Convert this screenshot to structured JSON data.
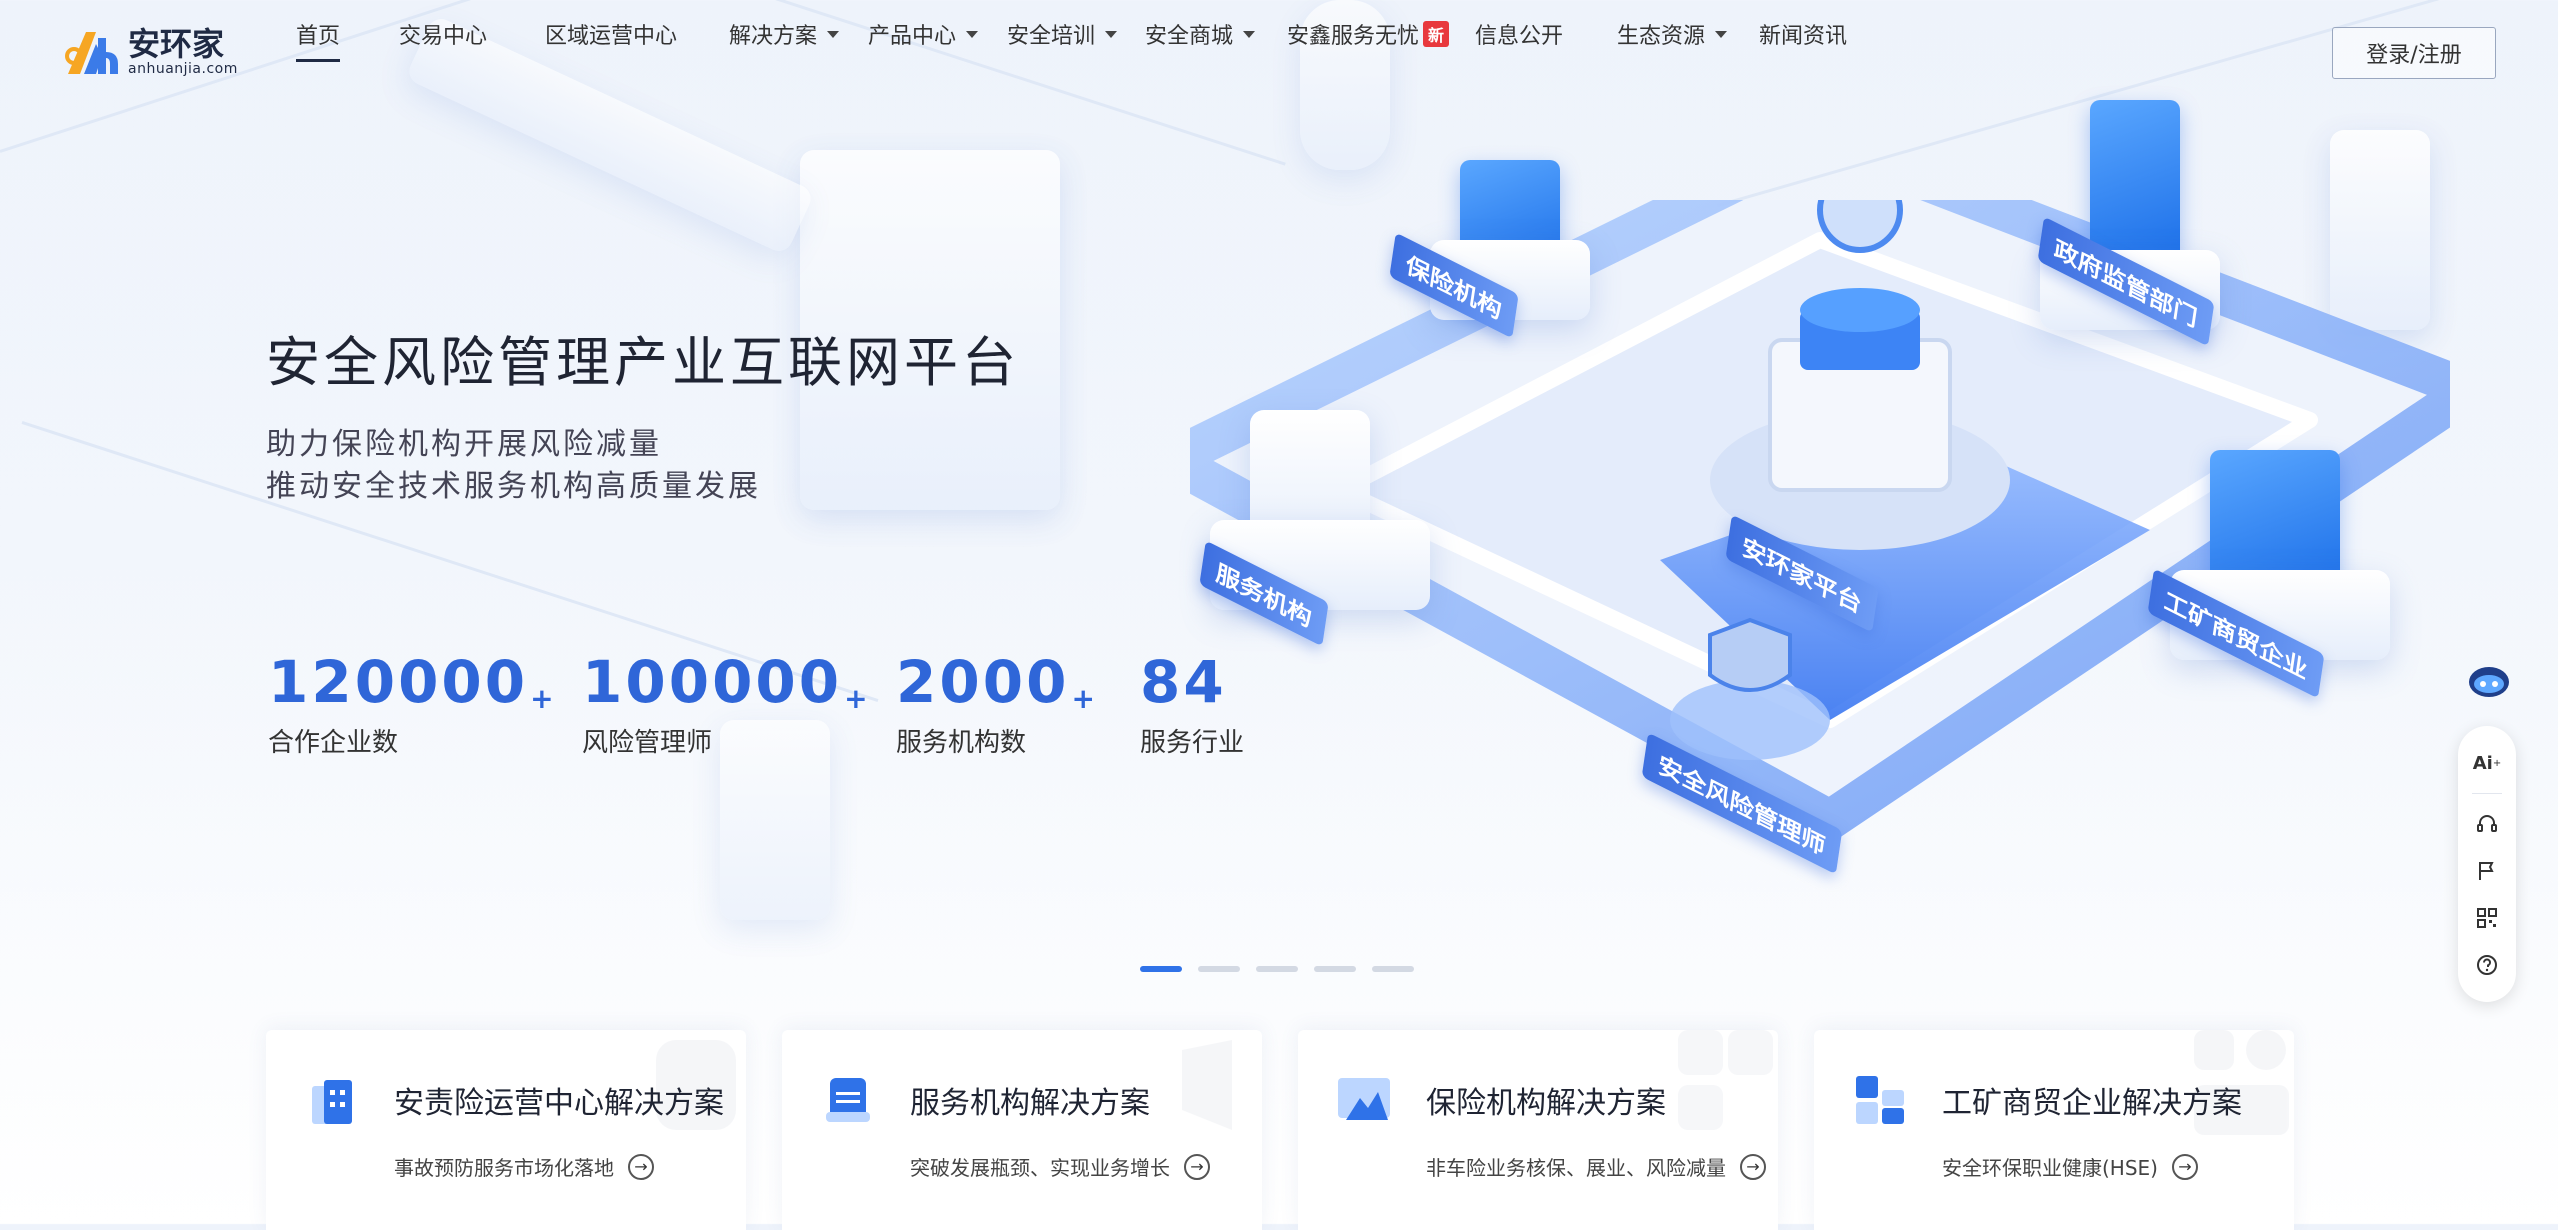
{
  "logo": {
    "cn": "安环家",
    "en": "anhuanjia.com"
  },
  "nav": {
    "items": [
      {
        "label": "首页",
        "dropdown": false,
        "active": true
      },
      {
        "label": "交易中心",
        "dropdown": false
      },
      {
        "label": "区域运营中心",
        "dropdown": false
      },
      {
        "label": "解决方案",
        "dropdown": true
      },
      {
        "label": "产品中心",
        "dropdown": true
      },
      {
        "label": "安全培训",
        "dropdown": true
      },
      {
        "label": "安全商城",
        "dropdown": true
      },
      {
        "label": "安鑫服务无忧",
        "dropdown": false,
        "badge": "新"
      },
      {
        "label": "信息公开",
        "dropdown": false
      },
      {
        "label": "生态资源",
        "dropdown": true
      },
      {
        "label": "新闻资讯",
        "dropdown": false
      }
    ],
    "login_label": "登录/注册"
  },
  "hero": {
    "title": "安全风险管理产业互联网平台",
    "sub_line1": "助力保险机构开展风险减量",
    "sub_line2": "推动安全技术服务机构高质量发展"
  },
  "stats": [
    {
      "value": "120000",
      "suffix": "+",
      "label": "合作企业数"
    },
    {
      "value": "100000",
      "suffix": "+",
      "label": "风险管理师"
    },
    {
      "value": "2000",
      "suffix": "+",
      "label": "服务机构数"
    },
    {
      "value": "84",
      "suffix": "",
      "label": "服务行业"
    }
  ],
  "illustration_labels": {
    "insurance": "保险机构",
    "government": "政府监管部门",
    "service": "服务机构",
    "platform": "安环家平台",
    "enterprise": "工矿商贸企业",
    "manager": "安全风险管理师"
  },
  "carousel": {
    "count": 5,
    "active_index": 0
  },
  "toolbar": {
    "ai_label": "Ai",
    "icons": [
      "ai-icon",
      "headset-icon",
      "flag-icon",
      "qrcode-icon",
      "help-icon"
    ]
  },
  "cards": [
    {
      "title": "安责险运营中心解决方案",
      "desc": "事故预防服务市场化落地"
    },
    {
      "title": "服务机构解决方案",
      "desc": "突破发展瓶颈、实现业务增长"
    },
    {
      "title": "保险机构解决方案",
      "desc": "非车险业务核保、展业、风险减量"
    },
    {
      "title": "工矿商贸企业解决方案",
      "desc": "安全环保职业健康(HSE)"
    }
  ],
  "colors": {
    "accent": "#2f66d8",
    "badge": "#e8383d",
    "brand_dark": "#1f2a44"
  }
}
